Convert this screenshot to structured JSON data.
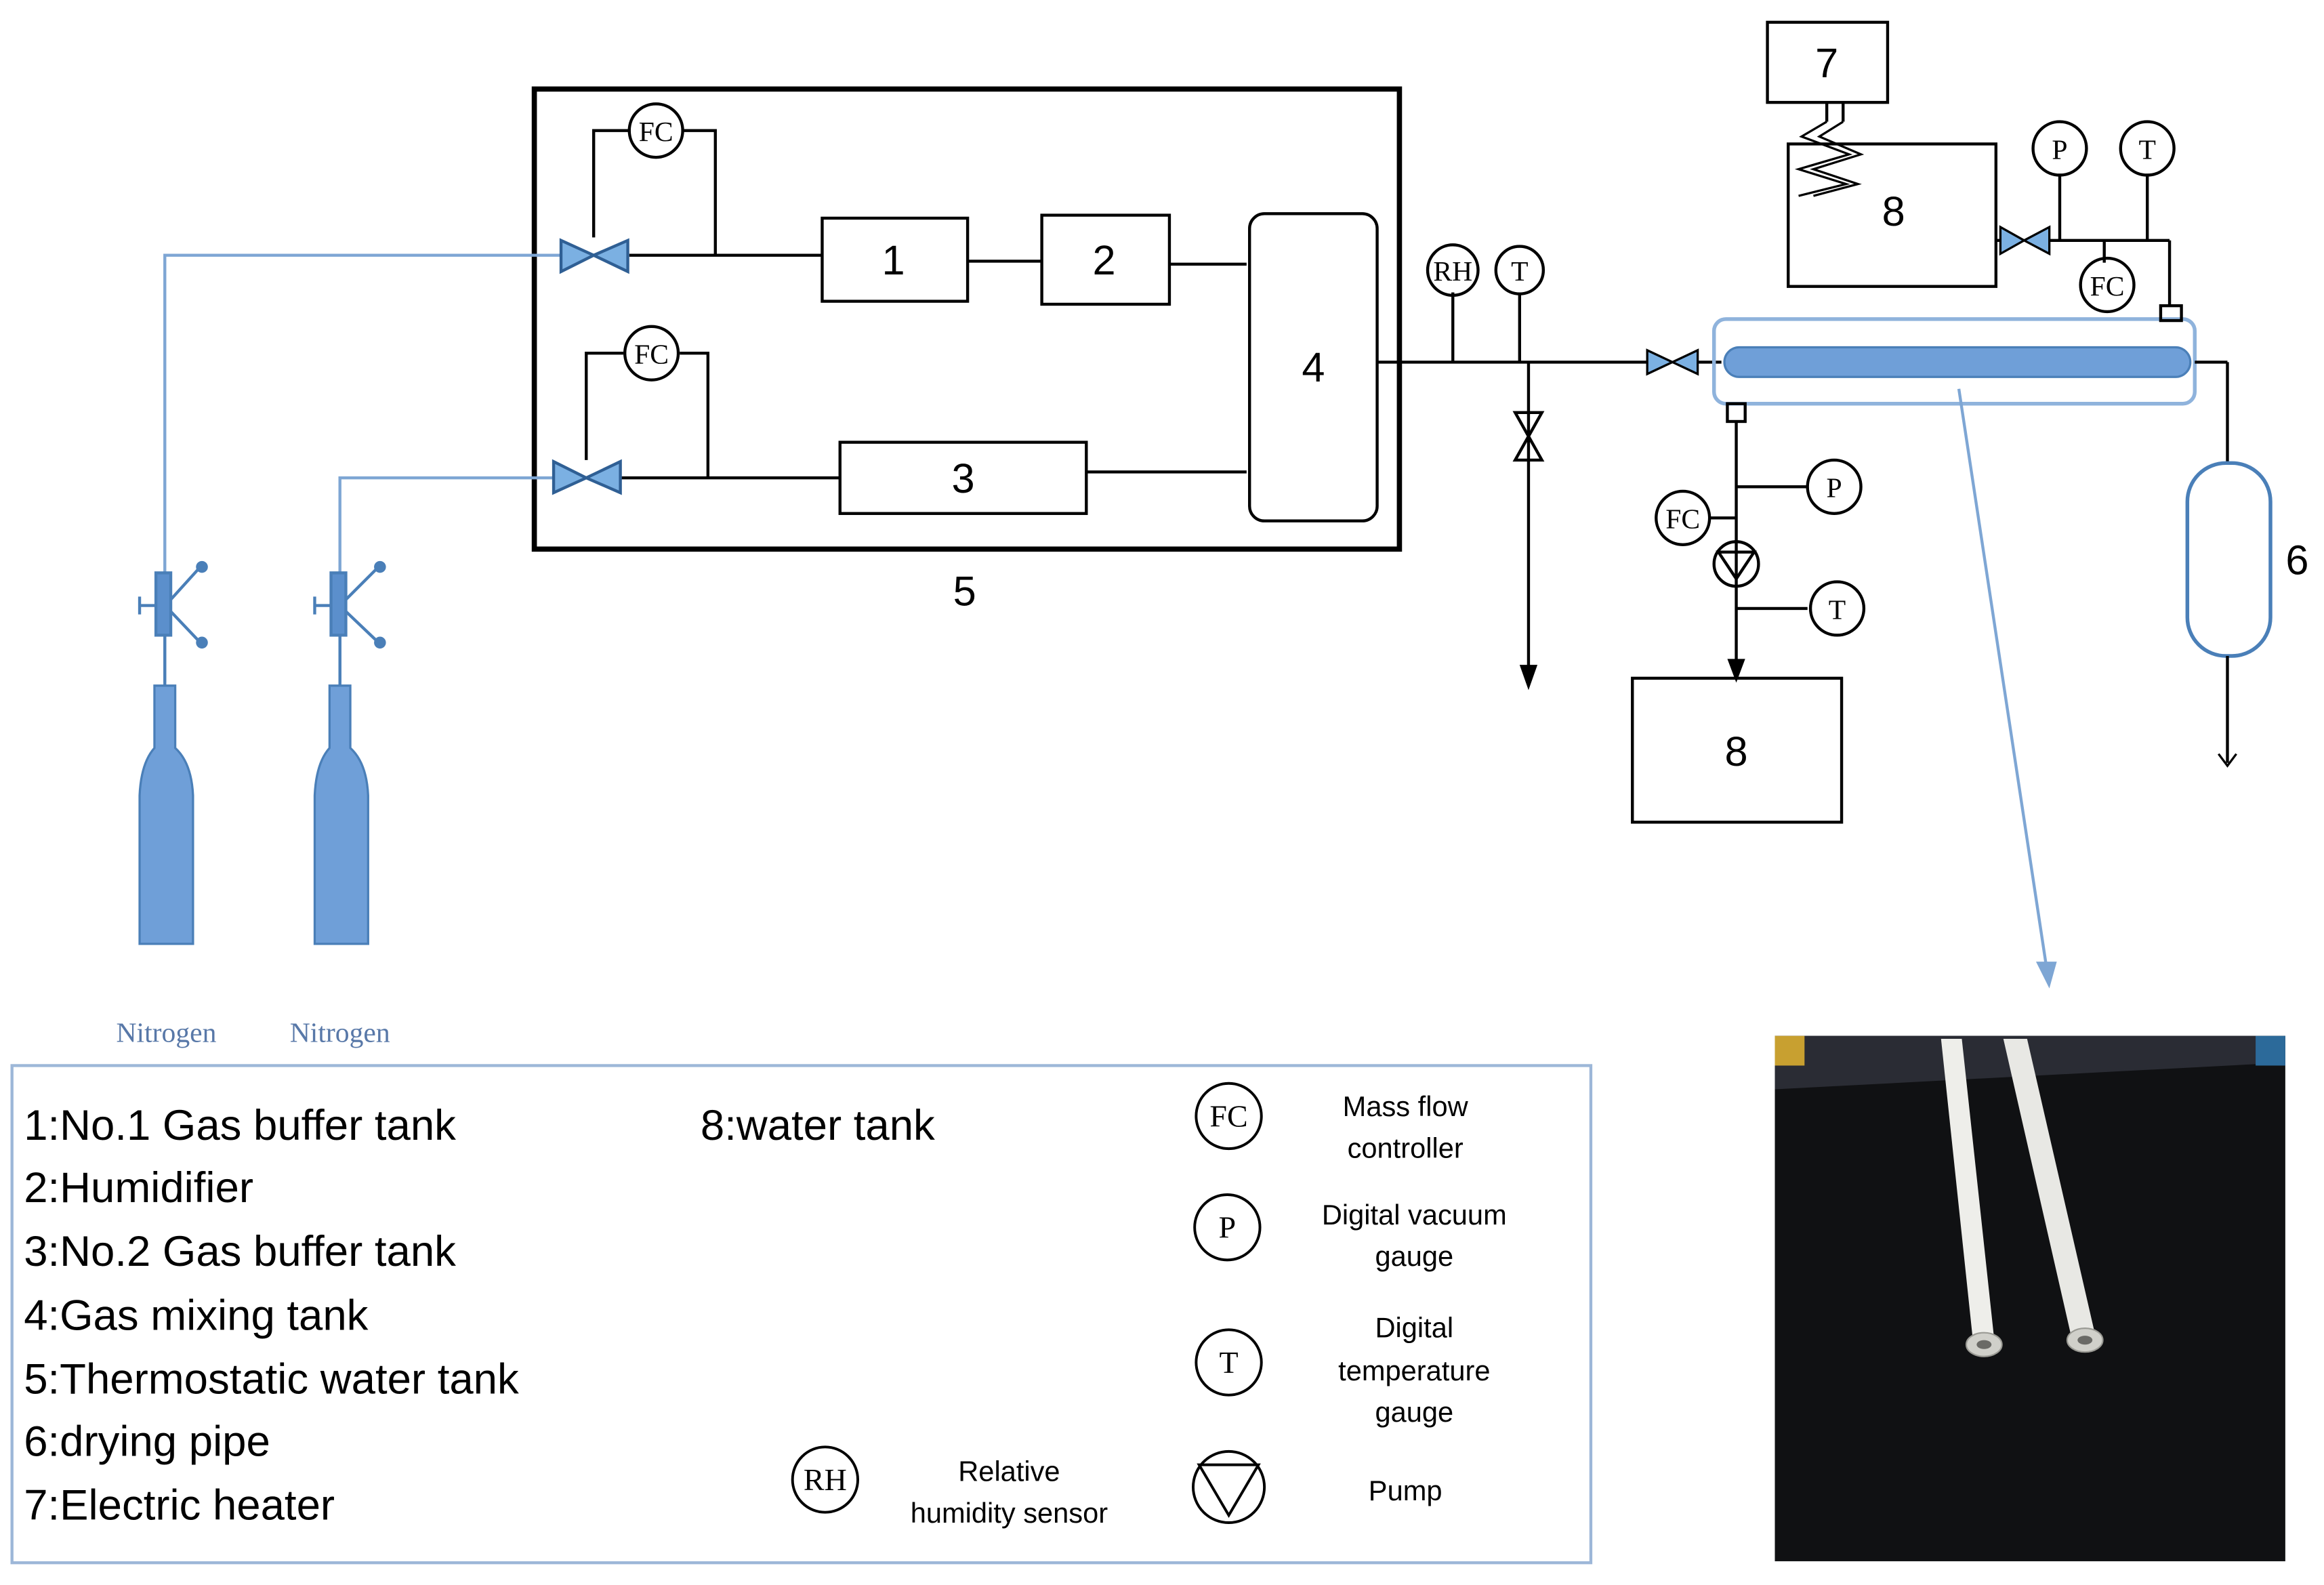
{
  "colors": {
    "line": "#000000",
    "blue_line": "#7ea6d4",
    "blue_fill": "#6f9fd8",
    "blue_stroke": "#4a7fb8",
    "valve_fill": "#7bb0e2",
    "nitrogen_text": "#5878a8",
    "legend_border": "#9db7d8"
  },
  "components": {
    "box1": "1",
    "box2": "2",
    "box3": "3",
    "box4": "4",
    "box5": "5",
    "box6": "6",
    "box7": "7",
    "box8_top": "8",
    "box8_bottom": "8"
  },
  "instruments": {
    "fc": "FC",
    "p": "P",
    "t": "T",
    "rh": "RH"
  },
  "gas_sources": [
    "Nitrogen",
    "Nitrogen"
  ],
  "legend": {
    "items": [
      "1:No.1 Gas buffer tank",
      "2:Humidifier",
      "3:No.2 Gas buffer tank",
      "4:Gas mixing tank",
      "5:Thermostatic water tank",
      "6:drying pipe",
      "7:Electric heater"
    ],
    "item8": "8:water tank",
    "symbols": {
      "fc": "FC",
      "fc_desc_1": "Mass flow",
      "fc_desc_2": "controller",
      "p": "P",
      "p_desc_1": "Digital vacuum",
      "p_desc_2": "gauge",
      "t": "T",
      "t_desc_1": "Digital",
      "t_desc_2": "temperature",
      "t_desc_3": "gauge",
      "rh": "RH",
      "rh_desc_1": "Relative",
      "rh_desc_2": "humidity sensor",
      "pump_desc": "Pump"
    }
  }
}
